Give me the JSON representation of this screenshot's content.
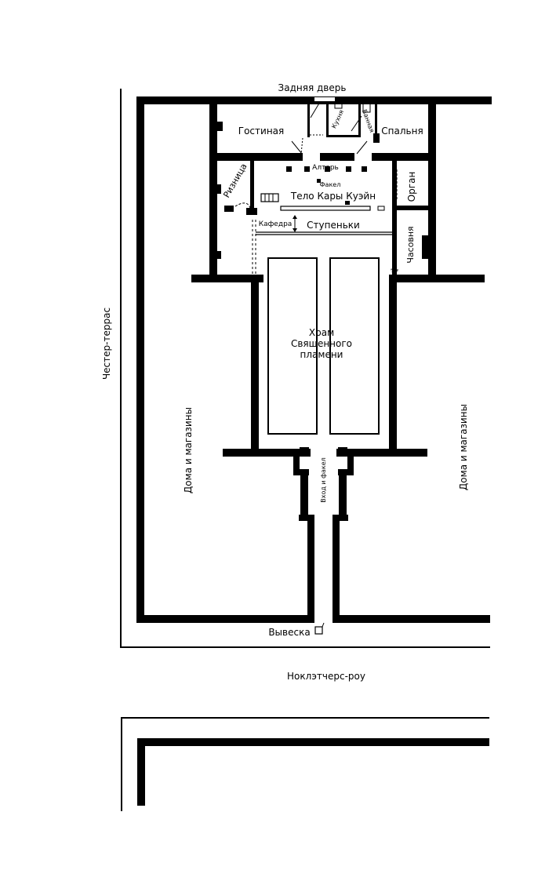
{
  "labels": {
    "back_door": "Задняя дверь",
    "living_room": "Гостиная",
    "kitchen": "Кухня",
    "bathroom": "Ванная",
    "bedroom": "Спальня",
    "vestry": "Ризница",
    "altar": "Алтарь",
    "torch": "Факел",
    "body": "Тело Кары Куэйн",
    "organ": "Орган",
    "pulpit": "Кафедра",
    "steps": "Ступеньки",
    "chapel": "Часовня",
    "temple_line1": "Храм",
    "temple_line2": "Священного",
    "temple_line3": "пламени",
    "entrance_torch": "Вход и факел",
    "houses_left": "Дома и магазины",
    "houses_right": "Дома и магазины",
    "chester_terrace": "Честер-террас",
    "sign": "Вывеска",
    "street": "Ноклэтчерс-роу"
  },
  "colors": {
    "ink": "#000000",
    "paper": "#ffffff"
  }
}
